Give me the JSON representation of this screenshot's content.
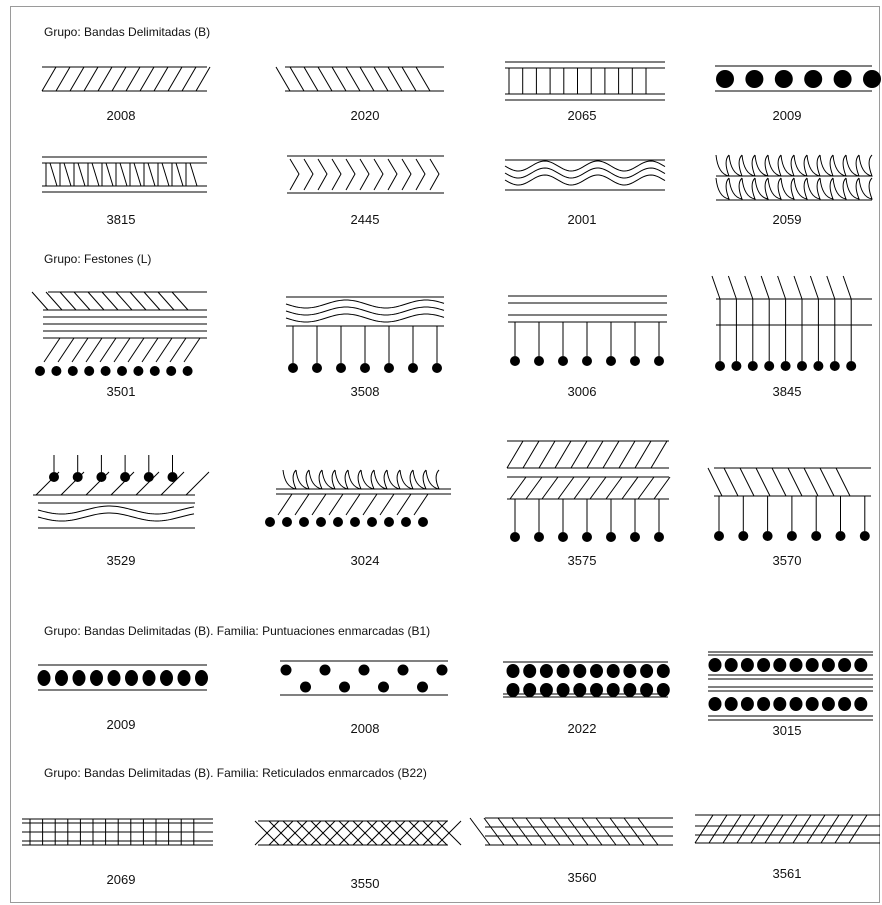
{
  "headings": {
    "bandas": "Grupo: Bandas Delimitadas (B)",
    "festones": "Grupo:  Festones (L)",
    "puntuaciones": "Grupo: Bandas Delimitadas (B). Familia: Puntuaciones enmarcadas (B1)",
    "reticulados": "Grupo: Bandas Delimitadas (B). Familia: Reticulados enmarcados (B22)"
  },
  "codes": {
    "bandas": [
      "2008",
      "2020",
      "2065",
      "2009",
      "3815",
      "2445",
      "2001",
      "2059"
    ],
    "festones": [
      "3501",
      "3508",
      "3006",
      "3845",
      "3529",
      "3024",
      "3575",
      "3570"
    ],
    "puntuaciones": [
      "2009",
      "2008",
      "2022",
      "3015"
    ],
    "reticulados": [
      "2069",
      "3550",
      "3560",
      "3561"
    ]
  }
}
